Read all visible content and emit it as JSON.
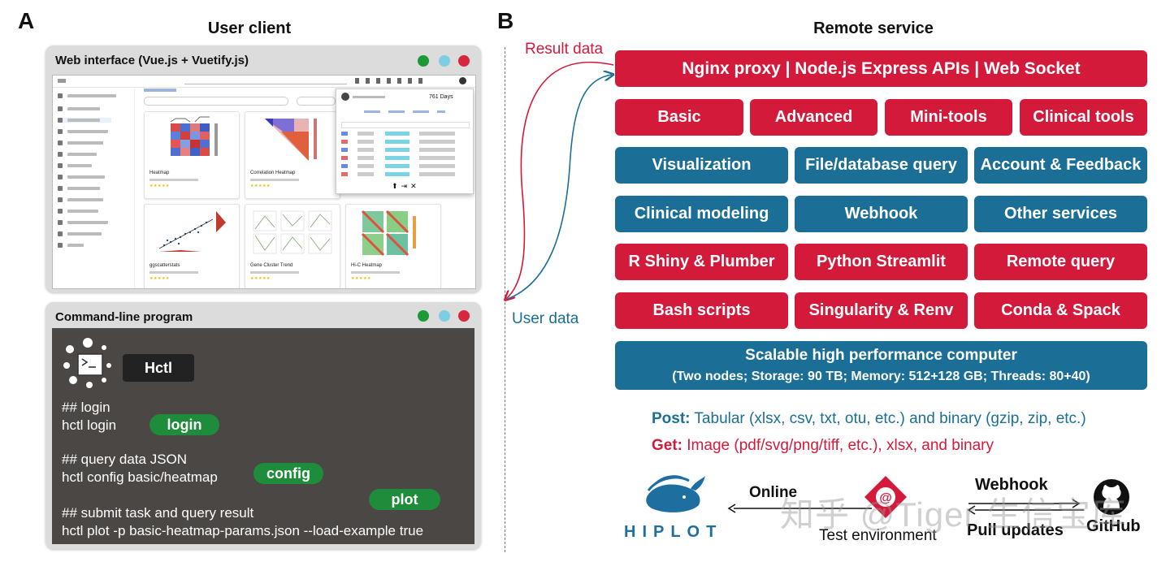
{
  "panels": {
    "a_letter": "A",
    "b_letter": "B",
    "a_title": "User client",
    "b_title": "Remote service"
  },
  "web_window": {
    "title": "Web interface (Vue.js + Vuetify.js)",
    "cards": [
      {
        "title": "Heatmap"
      },
      {
        "title": "Correlation Heatmap"
      },
      {
        "title": "ggscatterstats"
      },
      {
        "title": "Gene Cluster Trend"
      },
      {
        "title": "Hi-C Heatmap"
      }
    ],
    "popup_days": "761 Days"
  },
  "cli_window": {
    "title": "Command-line program",
    "badge": "Hctl",
    "lines": [
      "## login",
      "hctl login",
      "## query data JSON",
      "hctl config basic/heatmap",
      "## submit task and query result",
      "hctl plot -p basic-heatmap-params.json --load-example true"
    ],
    "pills": [
      "login",
      "config",
      "plot"
    ]
  },
  "dots": {
    "green": "#1d9a33",
    "cyan": "#7dcde4",
    "red": "#d7263d"
  },
  "flow": {
    "result_label": "Result data",
    "user_label": "User data",
    "result_color": "#d41a3b",
    "user_color": "#1b6f96"
  },
  "service_rows": [
    {
      "color": "red",
      "items": [
        "Nginx proxy | Node.js Express APIs | Web Socket"
      ]
    },
    {
      "color": "red",
      "items": [
        "Basic",
        "Advanced",
        "Mini-tools",
        "Clinical tools"
      ]
    },
    {
      "color": "blue",
      "items": [
        "Visualization",
        "File/database query",
        "Account & Feedback"
      ]
    },
    {
      "color": "blue",
      "items": [
        "Clinical modeling",
        "Webhook",
        "Other services"
      ]
    },
    {
      "color": "red",
      "items": [
        "R Shiny & Plumber",
        "Python Streamlit",
        "Remote query"
      ]
    },
    {
      "color": "red",
      "items": [
        "Bash scripts",
        "Singularity & Renv",
        "Conda & Spack"
      ]
    }
  ],
  "hpc": {
    "line1": "Scalable high performance computer",
    "line2": "(Two nodes; Storage: 90 TB; Memory: 512+128 GB; Threads: 80+40)"
  },
  "io": {
    "post_label": "Post:",
    "post_text": " Tabular (xlsx, csv, txt, otu, etc.) and binary (gzip, zip, etc.)",
    "get_label": "Get:",
    "get_text": " Image (pdf/svg/png/tiff, etc.), xlsx, and binary"
  },
  "deploy": {
    "hiplot": "HIPLOT",
    "online": "Online",
    "test_env": "Test environment",
    "webhook": "Webhook",
    "pull": "Pull updates",
    "github": "GitHub"
  },
  "watermark": "知乎 @Tiger 生信宝库"
}
